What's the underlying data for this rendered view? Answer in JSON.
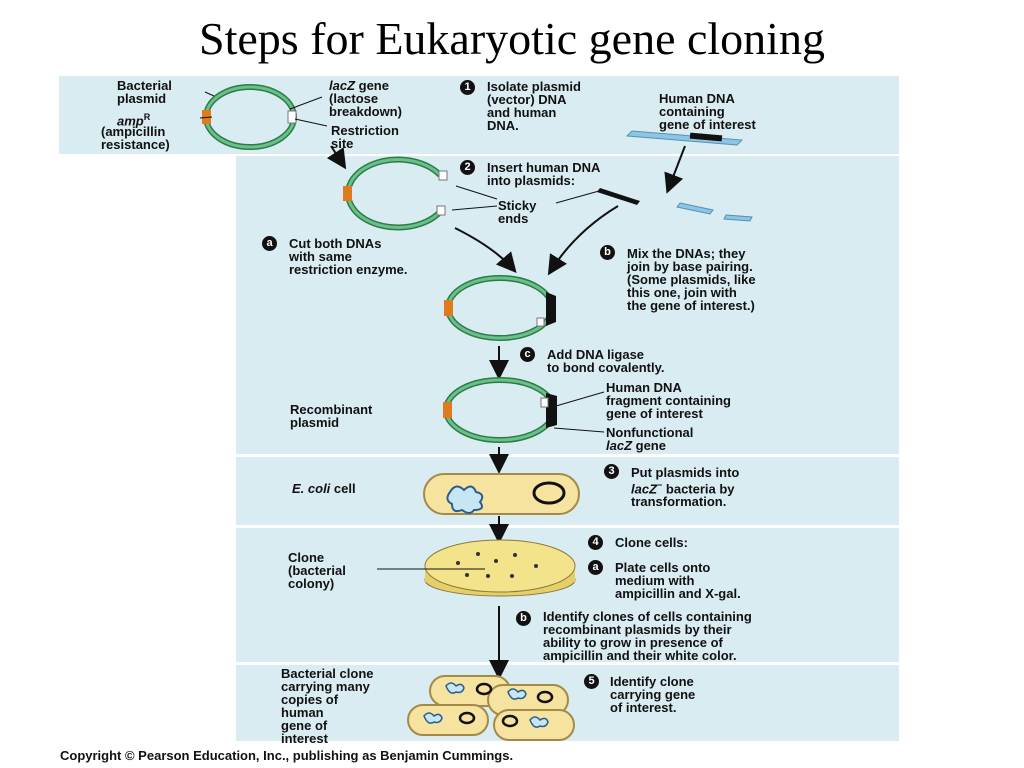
{
  "title": "Steps for Eukaryotic gene cloning",
  "labels": {
    "bacterial_plasmid": "Bacterial\nplasmid",
    "ampr": "amp",
    "ampr_sup": "R",
    "ampicillin": "(ampicillin\nresistance)",
    "lacz_gene": "lacZ",
    "lacz_gene_rest": " gene\n(lactose\nbreakdown)",
    "restriction_site": "Restriction\nsite",
    "step1": "Isolate plasmid\n(vector) DNA\nand human\nDNA.",
    "human_dna": "Human DNA\ncontaining\ngene of interest",
    "step2": "Insert human DNA\ninto plasmids:",
    "sticky_ends": "Sticky\nends",
    "step_a": "Cut both DNAs\nwith same\nrestriction enzyme.",
    "step_b": "Mix the DNAs; they\njoin by base pairing.\n(Some plasmids, like\nthis one, join with\nthe gene of interest.)",
    "step_c": "Add DNA ligase\nto bond covalently.",
    "recombinant_plasmid": "Recombinant\nplasmid",
    "human_fragment": "Human DNA\nfragment containing\ngene of interest",
    "nonfunctional": "Nonfunctional",
    "nonfunctional_lacz": "lacZ",
    "nonfunctional_gene": " gene",
    "ecoli": "E. coli",
    "ecoli_cell": " cell",
    "step3_a": "Put plasmids into",
    "step3_lacz": "lacZ",
    "step3_sup": "−",
    "step3_b": " bacteria by",
    "step3_c": "transformation.",
    "step4": "Clone cells:",
    "clone": "Clone\n(bacterial\ncolony)",
    "step4a": "Plate cells onto\nmedium with\nampicillin and X-gal.",
    "step4b": "Identify clones of cells containing\nrecombinant plasmids by their\nability to grow in presence of\nampicillin and their white color.",
    "bacterial_clone": "Bacterial clone\ncarrying many\ncopies of\nhuman\ngene of\ninterest",
    "step5": "Identify clone\ncarrying gene\nof interest."
  },
  "badges": {
    "one": "1",
    "two": "2",
    "three": "3",
    "four": "4",
    "five": "5",
    "a1": "a",
    "b1": "b",
    "c1": "c",
    "a2": "a",
    "b2": "b"
  },
  "footer": "Copyright © Pearson Education, Inc., publishing as Benjamin Cummings.",
  "colors": {
    "panel": "#d9ecf2",
    "plasmid_green": "#3c9b5a",
    "amp_orange": "#e07a1f",
    "human_dna_blue": "#8cc6e6",
    "cell_fill": "#f6e3a0",
    "plate_fill": "#f3e38a"
  }
}
